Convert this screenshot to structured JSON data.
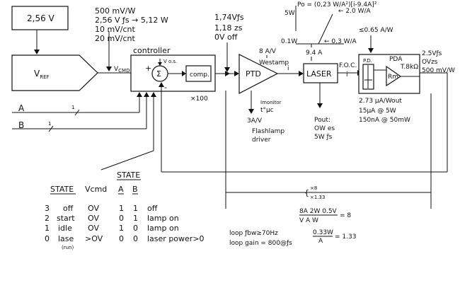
{
  "ref_source": "2,56 V",
  "vref_block": {
    "main": "V",
    "sub": "REF"
  },
  "vcmd": {
    "main": "V",
    "sub": "CMD"
  },
  "input_notes": [
    "500 mV/W",
    "2,56 V ƒs → 5,12 W",
    "10 mV/cnt",
    "20 mV/cnt"
  ],
  "controller": {
    "title": "controller",
    "summer": "Σ",
    "plus": "+",
    "minus": "-",
    "offset_label": "V o.s.",
    "comp": "comp.",
    "gain": "×100"
  },
  "input_a": {
    "label": "A",
    "bits": "1"
  },
  "input_b": {
    "label": "B",
    "bits": "1"
  },
  "ptd_notes": [
    "1,74Vƒs",
    "1,18 zs",
    "0V off"
  ],
  "ptd": {
    "label": "PTD",
    "gain_note": "8 A/V",
    "westamp": "Westamp",
    "current": "i",
    "imonitor": "Imonitor",
    "imonitor_sub": "t°μc",
    "flash_current": "3A/V",
    "flashlamp_driver": [
      "Flashlamp",
      "driver"
    ]
  },
  "laser": {
    "label": "LASER",
    "po_formula": "Po = (0,23 W/A²)[i-9.4A]²",
    "curve_5w": "5W",
    "curve_2wa": "← 2.0 W/A",
    "curve_01w": "0.1W",
    "curve_03wa": "← 0.3 W/A",
    "curve_threshold": "9.4 A",
    "pout": [
      "Pout:",
      "OW es",
      "5W ƒs"
    ]
  },
  "foc": {
    "label": "F.O.C.",
    "current": "i"
  },
  "pda": {
    "label": "PDA",
    "pd": "P.D.",
    "rm": "Rm",
    "rm_value": "T.8kΩ",
    "loss_note": "≤0.65 A/W",
    "resp_notes": [
      "2.73 μA/Wout",
      "15μA @ 5W",
      "150nA @ 50mW"
    ],
    "out_notes": [
      "2.5Vƒs",
      "OVzs",
      "500 mV/W"
    ]
  },
  "state_table": {
    "title": "STATE",
    "headers": [
      "STATE",
      "Vcmd",
      "A",
      "B"
    ],
    "rows": [
      {
        "num": "3",
        "state": "off",
        "vcmd": "OV",
        "a": "1",
        "b": "1",
        "desc": "off"
      },
      {
        "num": "2",
        "state": "start",
        "vcmd": "OV",
        "a": "0",
        "b": "1",
        "desc": "lamp on"
      },
      {
        "num": "1",
        "state": "idle",
        "vcmd": "OV",
        "a": "1",
        "b": "0",
        "desc": "lamp on"
      },
      {
        "num": "0",
        "state": "lase",
        "vcmd": ">OV",
        "a": "0",
        "b": "0",
        "desc": "laser power>0"
      }
    ],
    "run_note": "(run)"
  },
  "loop_gain": {
    "bracket": "{",
    "gain_options": [
      "×8",
      "×1.33"
    ],
    "bw": "loop ƒbw≥70Hz",
    "gain": "loop gain = 800@ƒs",
    "calc1_num": "8A  2W  0.5V",
    "calc1_den": "V    A     W",
    "calc1_result": "= 8",
    "calc2_num": "0.33W",
    "calc2_den": "A",
    "calc2_result": "= 1.33"
  }
}
